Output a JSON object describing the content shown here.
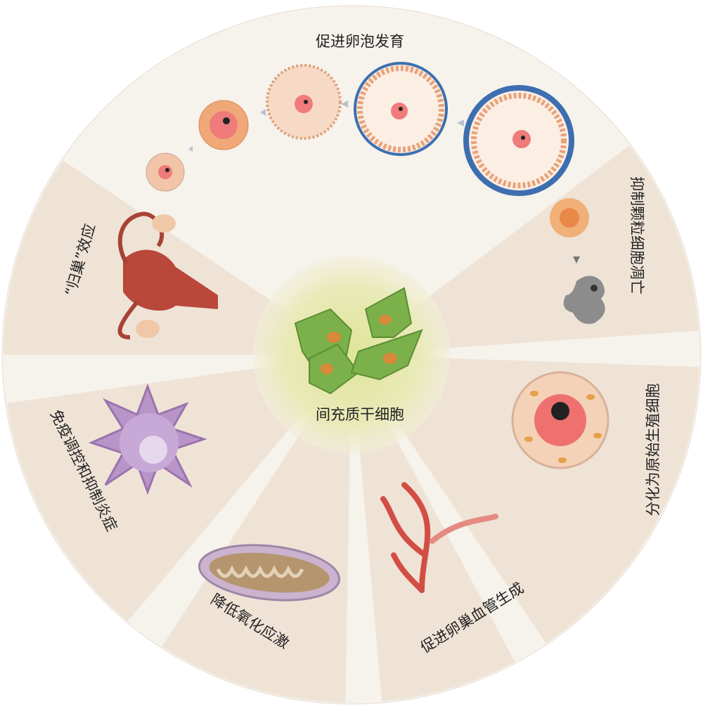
{
  "title": "间充质干细胞",
  "labels": {
    "follicle": "促进卵泡发育",
    "apoptosis": "抑制颗粒细胞凋亡",
    "germ": "分化为原始生殖细胞",
    "vessel": "促进卵巢血管生成",
    "oxidative": "降低氧化应激",
    "immune": "免疫调控和抑制炎症",
    "homing": "“归巢”效应"
  },
  "colors": {
    "sector": "#efe3d6",
    "background": "#f6f2ec",
    "center_glow": "#e9eab0",
    "cell_green": "#7bb04a"
  }
}
